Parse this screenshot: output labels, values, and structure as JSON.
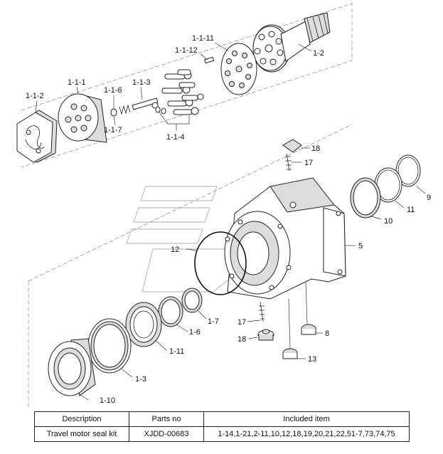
{
  "labels": {
    "p1_1_11": "1-1-11",
    "p1_1_12": "1-1-12",
    "p1_2": "1-2",
    "p1_1_1": "1-1-1",
    "p1_1_2": "1-1-2",
    "p1_1_3": "1-1-3",
    "p1_1_6": "1-1-6",
    "p1_1_7": "1-1-7",
    "p1_1_4": "1-1-4",
    "p18a": "18",
    "p17a": "17",
    "p9": "9",
    "p11a": "11",
    "p10": "10",
    "p5": "5",
    "p12": "12",
    "p1_7": "1-7",
    "p1_6": "1-6",
    "p1_11": "1-11",
    "p1_3": "1-3",
    "p1_10": "1-10",
    "p17b": "17",
    "p18b": "18",
    "p8": "8",
    "p13": "13"
  },
  "table": {
    "headers": [
      "Description",
      "Parts no",
      "Included item"
    ],
    "rows": [
      [
        "Travel motor seal kit",
        "XJDD-00683",
        "1-14,1-21,2-11,10,12,18,19,20,21,22,51-7,73,74,75"
      ]
    ]
  }
}
